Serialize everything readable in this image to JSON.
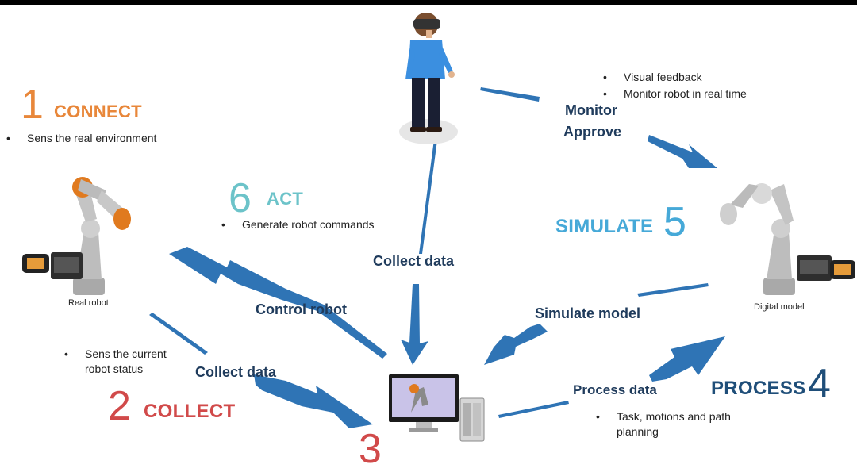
{
  "colors": {
    "connect": "#e8873a",
    "act": "#6cc3c9",
    "collect": "#d14a4a",
    "simulate": "#46a9d8",
    "process": "#1f4e79",
    "arrow": "#2f74b5",
    "flow_text": "#1f3b5c"
  },
  "steps": {
    "connect": {
      "num": "1",
      "word": "CONNECT",
      "bullets": [
        "Sens the real environment"
      ]
    },
    "collect": {
      "num": "2",
      "word": "COLLECT",
      "bullets": [
        "Sens the current",
        "robot status"
      ]
    },
    "three": {
      "num": "3"
    },
    "process": {
      "num": "4",
      "word": "PROCESS",
      "bullets": [
        "Task, motions and path",
        "planning"
      ]
    },
    "simulate": {
      "num": "5",
      "word": "SIMULATE"
    },
    "act": {
      "num": "6",
      "word": "ACT",
      "bullets": [
        "Generate robot commands"
      ]
    }
  },
  "monitor": {
    "bullets": [
      "Visual feedback",
      "Monitor robot in real time"
    ],
    "label_1": "Monitor",
    "label_2": "Approve"
  },
  "flows": {
    "collect_data_top": "Collect data",
    "control_robot": "Control robot",
    "collect_data_left": "Collect data",
    "simulate_model": "Simulate model",
    "process_data": "Process data"
  },
  "captions": {
    "real_robot": "Real robot",
    "digital_model": "Digital model"
  },
  "icons": [
    "vr-operator-icon",
    "real-robot-icon",
    "digital-model-icon",
    "computer-icon"
  ]
}
